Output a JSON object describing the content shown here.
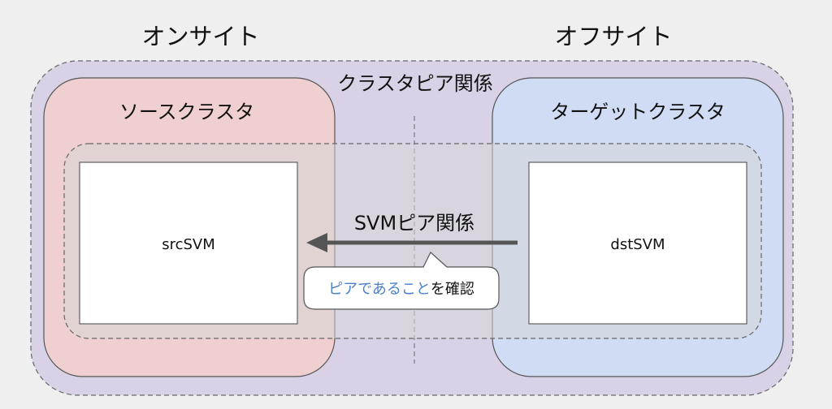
{
  "sites": {
    "onsite": "オンサイト",
    "offsite": "オフサイト"
  },
  "cluster_peer": {
    "label": "クラスタピア関係"
  },
  "source_cluster": {
    "label": "ソースクラスタ",
    "svm": "srcSVM"
  },
  "target_cluster": {
    "label": "ターゲットクラスタ",
    "svm": "dstSVM"
  },
  "svm_peer": {
    "label": "SVMピア関係"
  },
  "callout": {
    "highlight": "ピアであること",
    "rest": "を確認"
  },
  "colors": {
    "background": "#efefef",
    "cluster_peer_fill": "#d9d2e6",
    "source_fill": "#efcfcf",
    "target_fill": "#cfdcf3",
    "highlight_text": "#4a7fc9",
    "arrow": "#555555"
  }
}
